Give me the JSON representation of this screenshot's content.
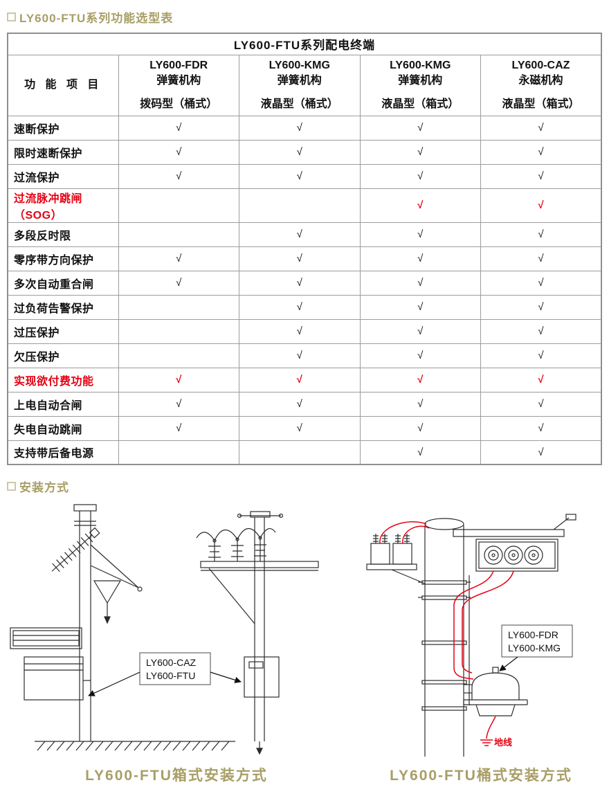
{
  "colors": {
    "accent": "#a89e66",
    "red": "#e60012"
  },
  "sections": {
    "function_table": "LY600-FTU系列功能选型表",
    "installation": "安装方式"
  },
  "table": {
    "title": "LY600-FTU系列配电终端",
    "function_header": "功 能 项 目",
    "columns": [
      {
        "model": "LY600-FDR",
        "mechanism": "弹簧机构",
        "variant": "拨码型（桶式）"
      },
      {
        "model": "LY600-KMG",
        "mechanism": "弹簧机构",
        "variant": "液晶型（桶式）"
      },
      {
        "model": "LY600-KMG",
        "mechanism": "弹簧机构",
        "variant": "液晶型（箱式）"
      },
      {
        "model": "LY600-CAZ",
        "mechanism": "永磁机构",
        "variant": "液晶型（箱式）"
      }
    ],
    "rows": [
      {
        "label": "速断保护",
        "red": false,
        "values": [
          "√",
          "√",
          "√",
          "√"
        ]
      },
      {
        "label": "限时速断保护",
        "red": false,
        "values": [
          "√",
          "√",
          "√",
          "√"
        ]
      },
      {
        "label": "过流保护",
        "red": false,
        "values": [
          "√",
          "√",
          "√",
          "√"
        ]
      },
      {
        "label": "过流脉冲跳闸（SOG）",
        "red": true,
        "values": [
          "",
          "",
          "√",
          "√"
        ]
      },
      {
        "label": "多段反时限",
        "red": false,
        "values": [
          "",
          "√",
          "√",
          "√"
        ]
      },
      {
        "label": "零序带方向保护",
        "red": false,
        "values": [
          "√",
          "√",
          "√",
          "√"
        ]
      },
      {
        "label": "多次自动重合闸",
        "red": false,
        "values": [
          "√",
          "√",
          "√",
          "√"
        ]
      },
      {
        "label": "过负荷告警保护",
        "red": false,
        "values": [
          "",
          "√",
          "√",
          "√"
        ]
      },
      {
        "label": "过压保护",
        "red": false,
        "values": [
          "",
          "√",
          "√",
          "√"
        ]
      },
      {
        "label": "欠压保护",
        "red": false,
        "values": [
          "",
          "√",
          "√",
          "√"
        ]
      },
      {
        "label": "实现欲付费功能",
        "red": true,
        "values": [
          "√",
          "√",
          "√",
          "√"
        ]
      },
      {
        "label": "上电自动合闸",
        "red": false,
        "values": [
          "√",
          "√",
          "√",
          "√"
        ]
      },
      {
        "label": "失电自动跳闸",
        "red": false,
        "values": [
          "√",
          "√",
          "√",
          "√"
        ]
      },
      {
        "label": "支持带后备电源",
        "red": false,
        "values": [
          "",
          "",
          "√",
          "√"
        ]
      }
    ]
  },
  "install": {
    "box_diagram": {
      "label_lines": [
        "LY600-CAZ",
        "LY600-FTU"
      ],
      "caption": "LY600-FTU箱式安装方式"
    },
    "bucket_diagram": {
      "label_lines": [
        "LY600-FDR",
        "LY600-KMG"
      ],
      "ground_label": "地线",
      "caption": "LY600-FTU桶式安装方式"
    }
  }
}
